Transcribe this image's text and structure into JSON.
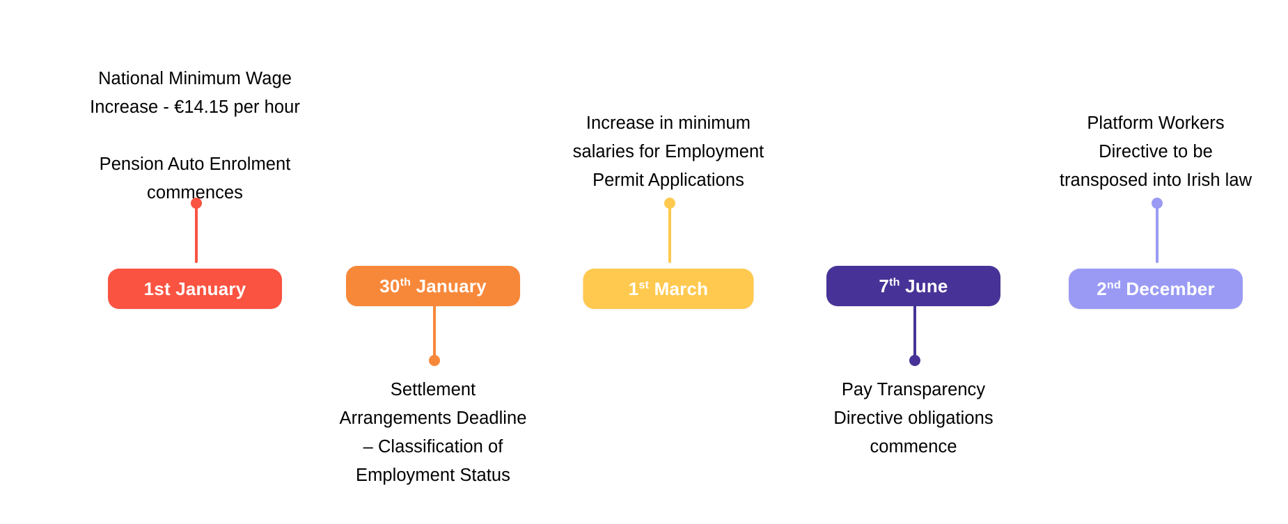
{
  "page": {
    "title": "Employment Law Key Dates Timeline",
    "background": "#FFFFFF"
  },
  "colors": {
    "coral": "#FA5341",
    "orange": "#F7883A",
    "amber": "#FFC94F",
    "indigo": "#473397",
    "periwinkle": "#9A9AF5",
    "text": "#000000",
    "pill_text": "#FFFFFF"
  },
  "timeline": {
    "milestones": [
      {
        "id": "milestone-1st-january",
        "date_prefix": "1st",
        "date_suffix": "",
        "date_month": " January",
        "date_full": "1st January",
        "color": "#FA5341",
        "caption_position": "above",
        "caption": "National Minimum Wage\nIncrease - €14.15 per hour\n\nPension Auto Enrolment\ncommences"
      },
      {
        "id": "milestone-30th-january",
        "date_prefix": "30",
        "date_suffix": "th",
        "date_month": " January",
        "date_full": "30th January",
        "color": "#F7883A",
        "caption_position": "below",
        "caption": "Settlement\nArrangements Deadline\n– Classification of\nEmployment Status"
      },
      {
        "id": "milestone-1st-march",
        "date_prefix": "1",
        "date_suffix": "st",
        "date_month": " March",
        "date_full": "1st March",
        "color": "#FFC94F",
        "caption_position": "above",
        "caption": "Increase in minimum\nsalaries for Employment\nPermit Applications"
      },
      {
        "id": "milestone-7th-june",
        "date_prefix": "7",
        "date_suffix": "th",
        "date_month": " June",
        "date_full": "7th June",
        "color": "#473397",
        "caption_position": "below",
        "caption": "Pay Transparency\nDirective obligations\ncommence"
      },
      {
        "id": "milestone-2nd-december",
        "date_prefix": "2",
        "date_suffix": "nd",
        "date_month": " December",
        "date_full": "2nd December",
        "color": "#9A9AF5",
        "caption_position": "above",
        "caption": "Platform Workers\nDirective to be\ntransposed into Irish law"
      }
    ]
  }
}
